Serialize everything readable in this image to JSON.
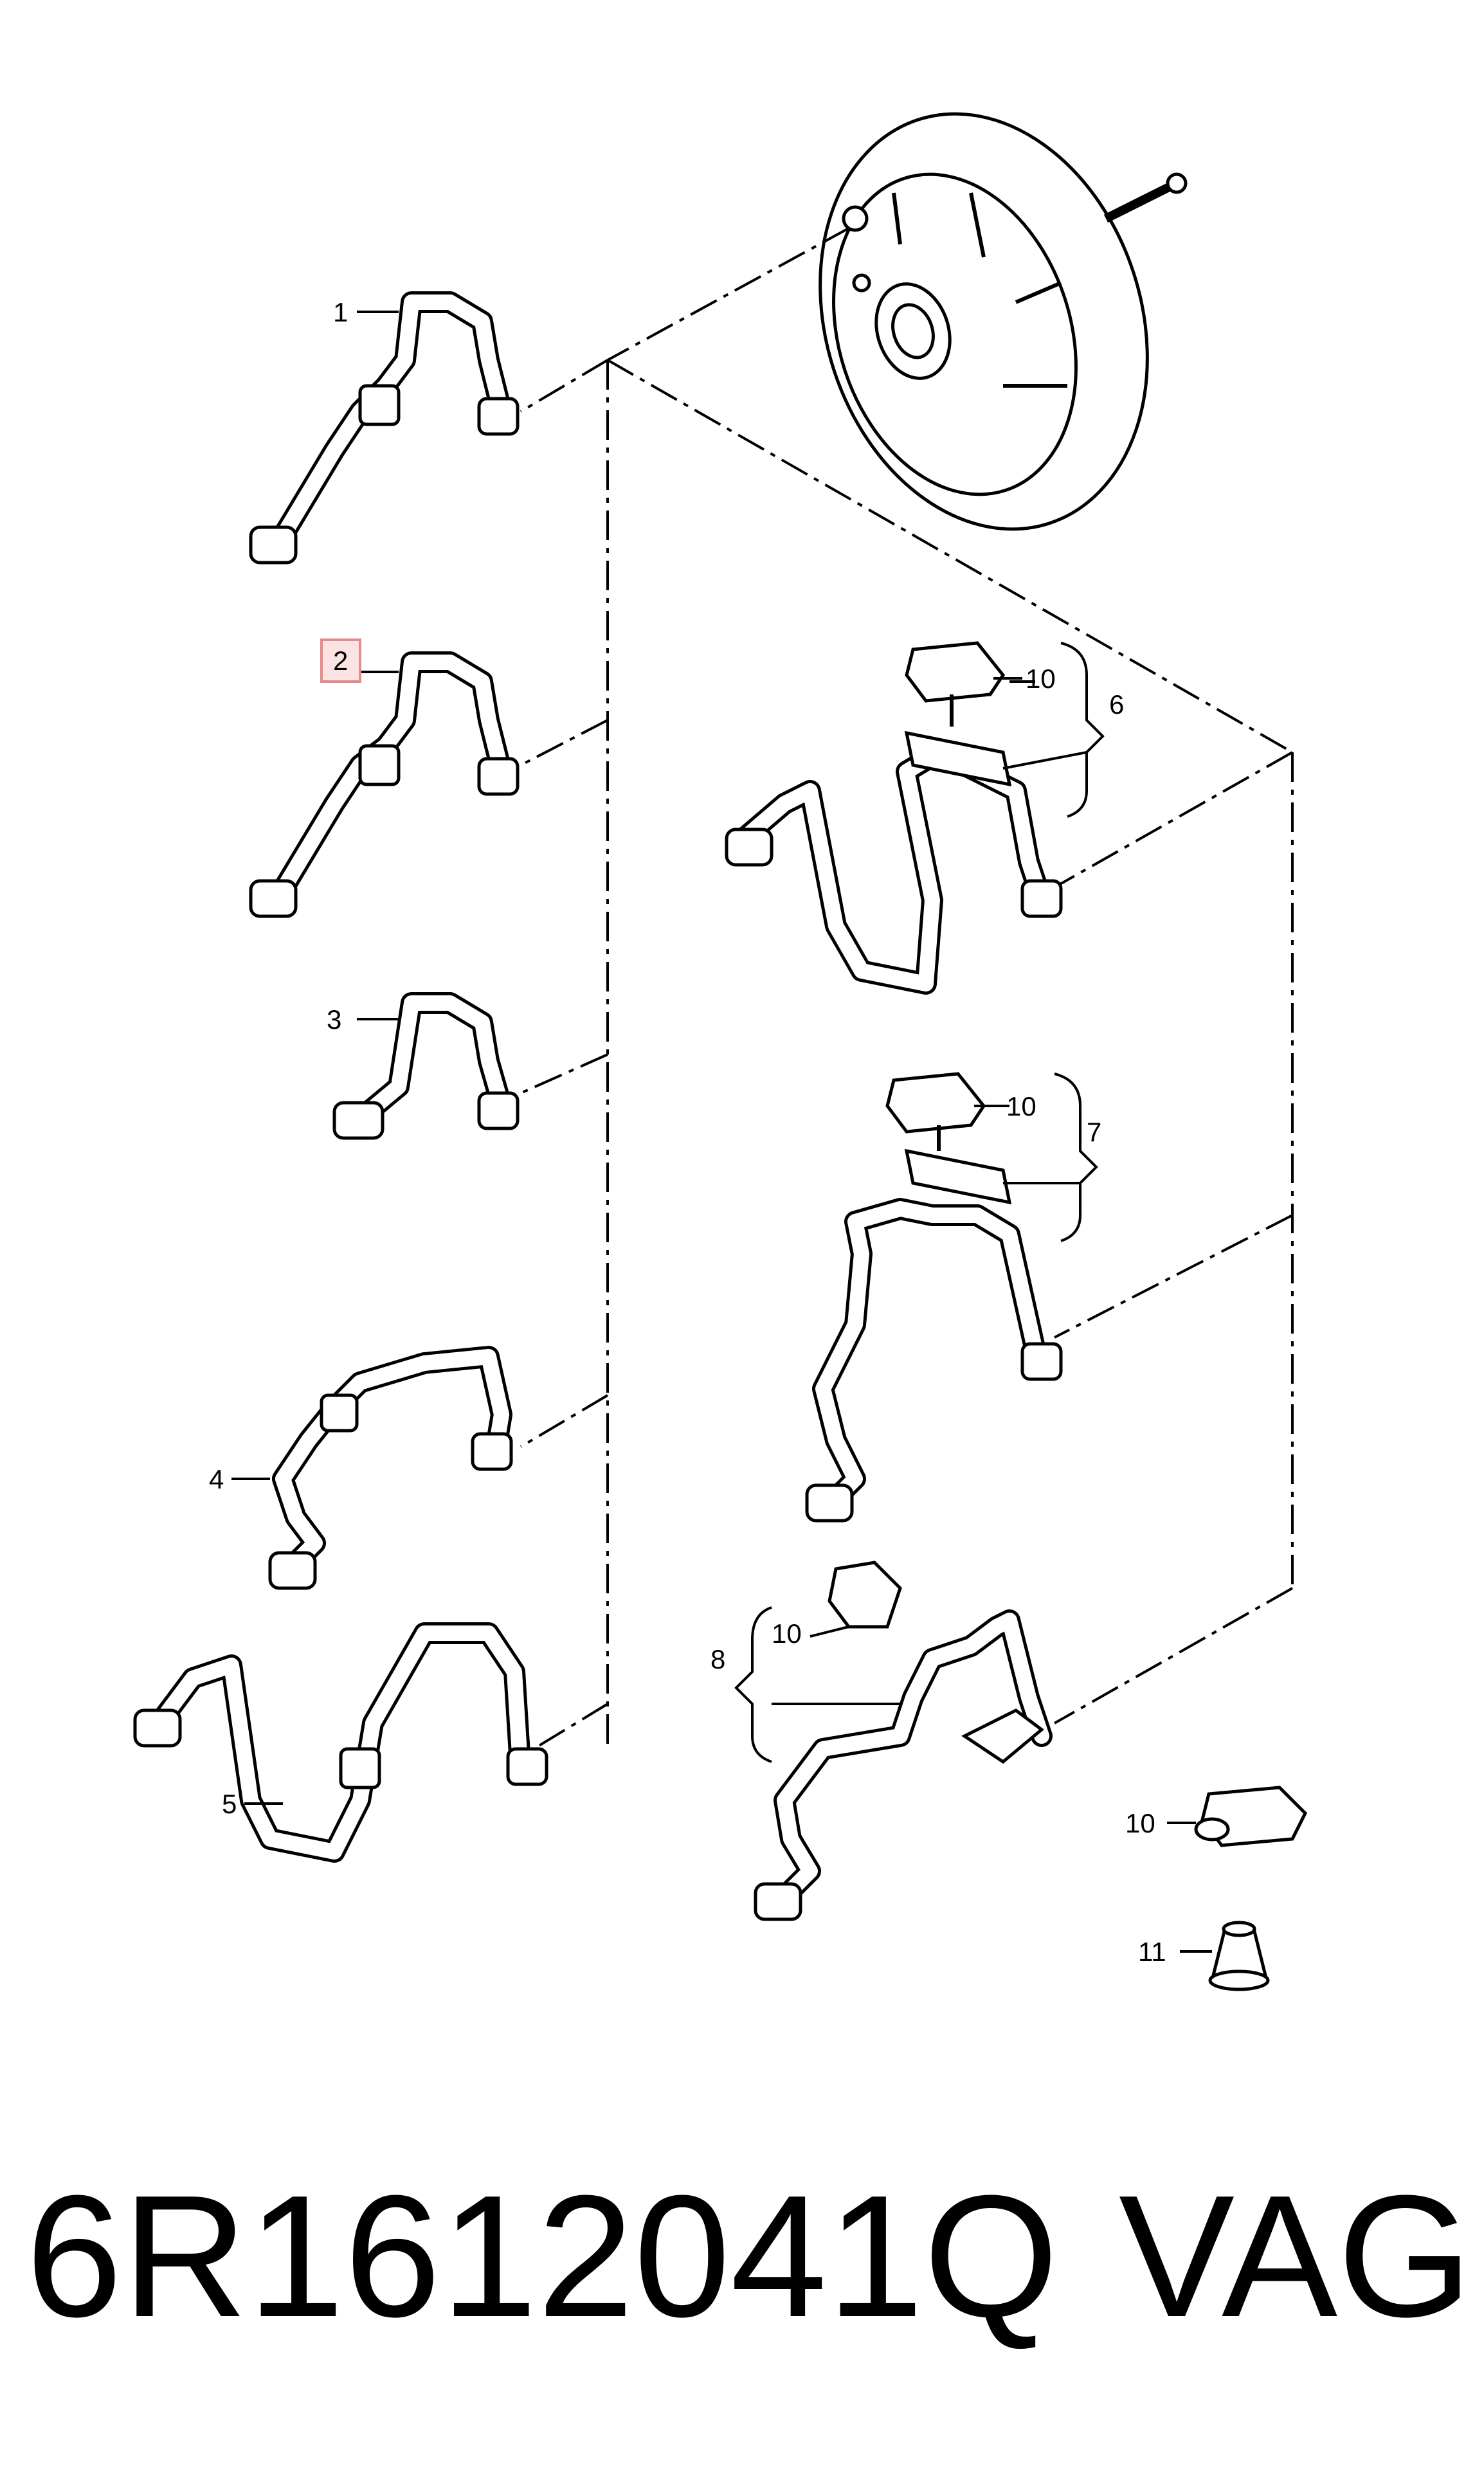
{
  "callouts": {
    "c1": "1",
    "c2": "2",
    "c3": "3",
    "c4": "4",
    "c5": "5",
    "c6": "6",
    "c7": "7",
    "c8": "8",
    "c10a": "10",
    "c10b": "10",
    "c10c": "10",
    "c10d": "10",
    "c11": "11"
  },
  "footer": {
    "part_number": "6R1612041Q",
    "brand": "VAG"
  },
  "highlight_color": "#e88a8a"
}
